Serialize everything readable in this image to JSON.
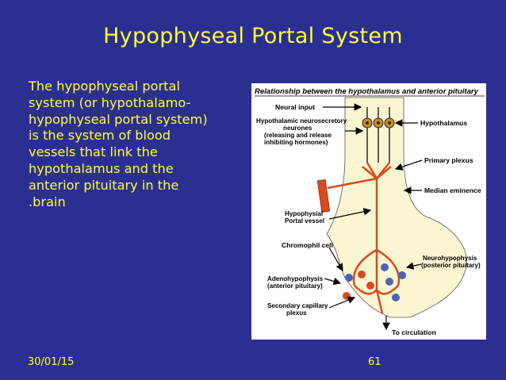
{
  "slide": {
    "title": "Hypophyseal Portal System",
    "body": "The hypophyseal portal\nsystem (or hypothalamo-\nhypophyseal portal system)\nis the system of blood\nvessels that link the\nhypothalamus and the\nanterior pituitary in the\n.brain",
    "date": "30/01/15",
    "page_number": "61"
  },
  "diagram": {
    "heading": "Relationship between the hypothalamus and anterior pituitary",
    "labels": {
      "neural_input": "Neural input",
      "hypothalamic_neurosecretory": [
        "Hypothalamic neurosecretory",
        "neurones",
        "(releasing and release",
        "inhibiting hormones)"
      ],
      "hypothalamus": "Hypothalamus",
      "primary_plexus": "Primary plexus",
      "median_eminence": "Median eminence",
      "portal_vessel": [
        "Hypophysial",
        "Portal vessel"
      ],
      "chromophil_cell": "Chromophil cell",
      "neurohypophysis": [
        "Neurohypophysis",
        "(posterior pituitary)"
      ],
      "adenohypophysis": [
        "Adenohypophysis",
        "(anterior pituitary)"
      ],
      "secondary_plexus": [
        "Secondary capillary",
        "plexus"
      ],
      "to_circulation": "To circulation"
    },
    "colors": {
      "vessel": "#d94a1e",
      "neuron": "#2a2a2a",
      "gland_fill": "#fbf6d2",
      "cell_blue": "#4a64b0"
    }
  }
}
